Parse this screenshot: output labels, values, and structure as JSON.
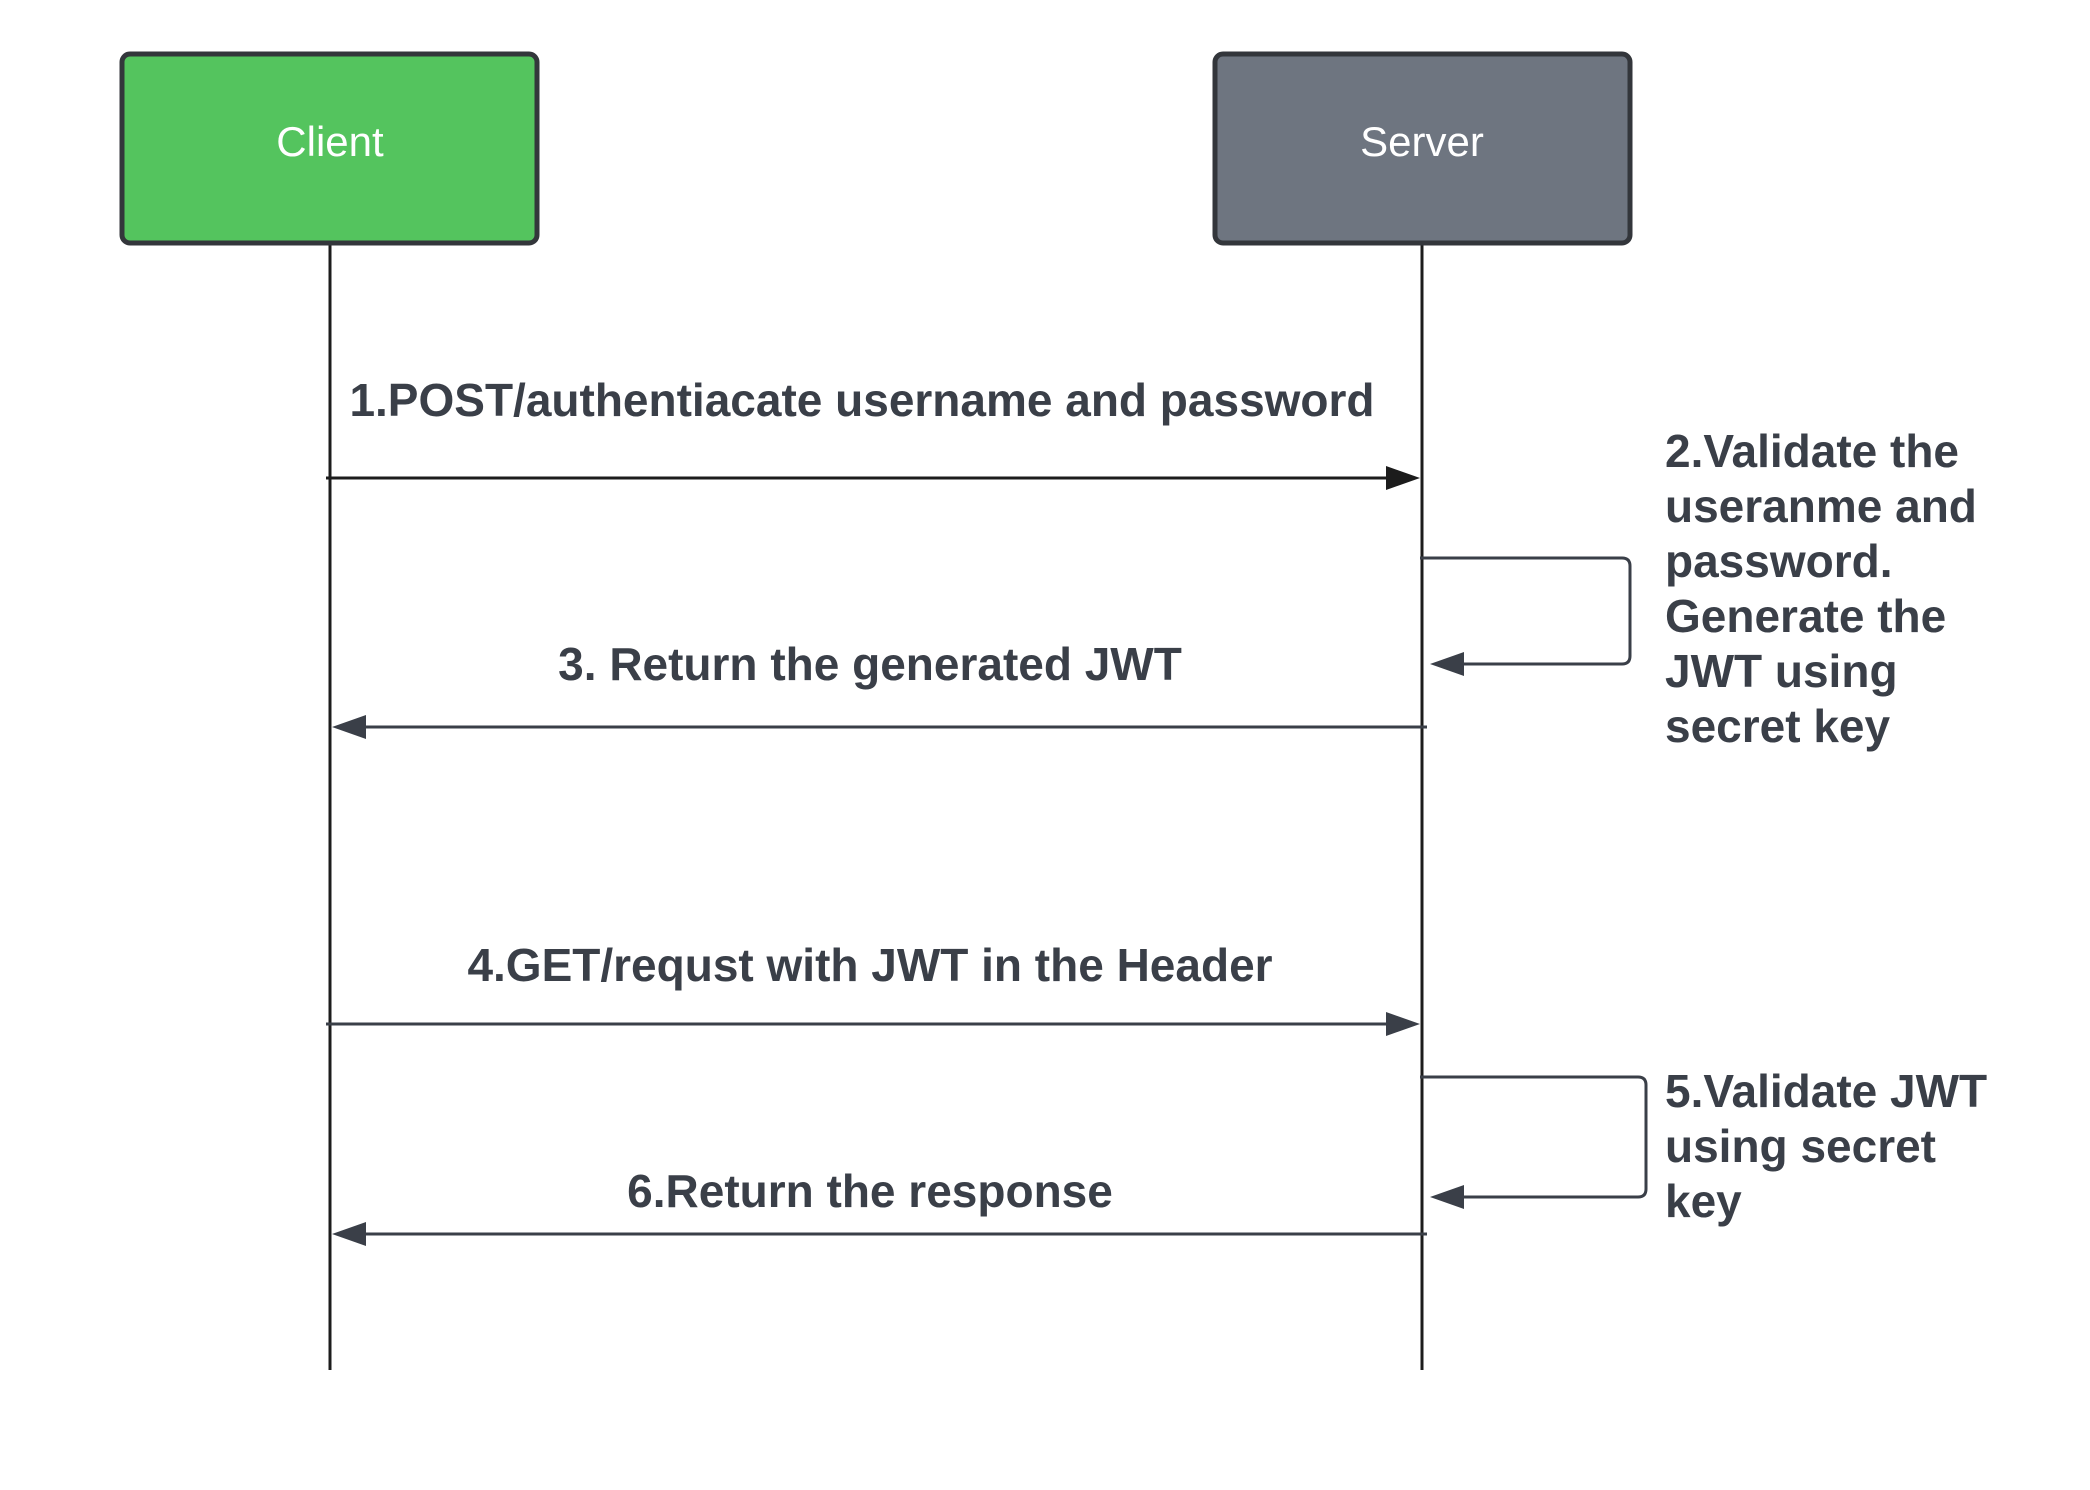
{
  "actors": {
    "client": {
      "label": "Client",
      "color": "#54c45e"
    },
    "server": {
      "label": "Server",
      "color": "#6e7580"
    }
  },
  "messages": [
    {
      "label": "1.POST/authentiacate username and password",
      "direction": "client-to-server"
    },
    {
      "label": "3. Return the generated JWT",
      "direction": "server-to-client"
    },
    {
      "label": "4.GET/requst with JWT in the Header",
      "direction": "client-to-server"
    },
    {
      "label": "6.Return the response",
      "direction": "server-to-client"
    }
  ],
  "self_notes": [
    {
      "lines": [
        "2.Validate the",
        "useranme and",
        "password.",
        "Generate the",
        "JWT using",
        "secret key"
      ]
    },
    {
      "lines": [
        "5.Validate JWT",
        "using secret",
        "key"
      ]
    }
  ],
  "colors": {
    "line": "#1c1c1c",
    "arrow": "#3a3f48",
    "text": "#3a3f48",
    "border": "#33363b"
  }
}
